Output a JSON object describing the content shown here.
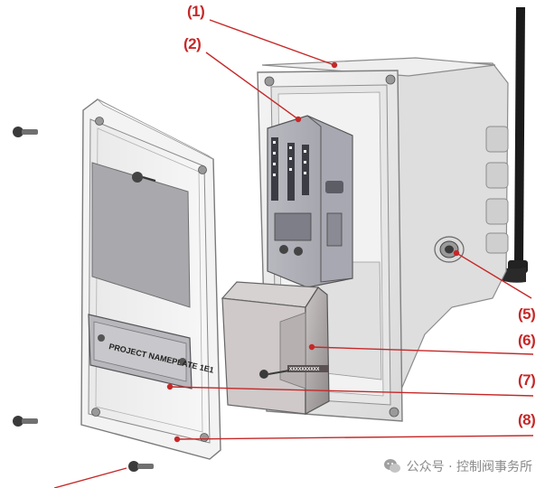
{
  "callouts": {
    "c1": "(1)",
    "c2": "(2)",
    "c5": "(5)",
    "c6": "(6)",
    "c7": "(7)",
    "c8": "(8)"
  },
  "nameplate": {
    "text": "PROJECT NAMEPLATE 1E1"
  },
  "label_strip": {
    "text": "XXXXXXXXXX"
  },
  "watermark": {
    "text": "公众号 · 控制阀事务所",
    "icon": "wechat-icon"
  },
  "colors": {
    "callout": "#c62828",
    "leader": "#c62828"
  }
}
